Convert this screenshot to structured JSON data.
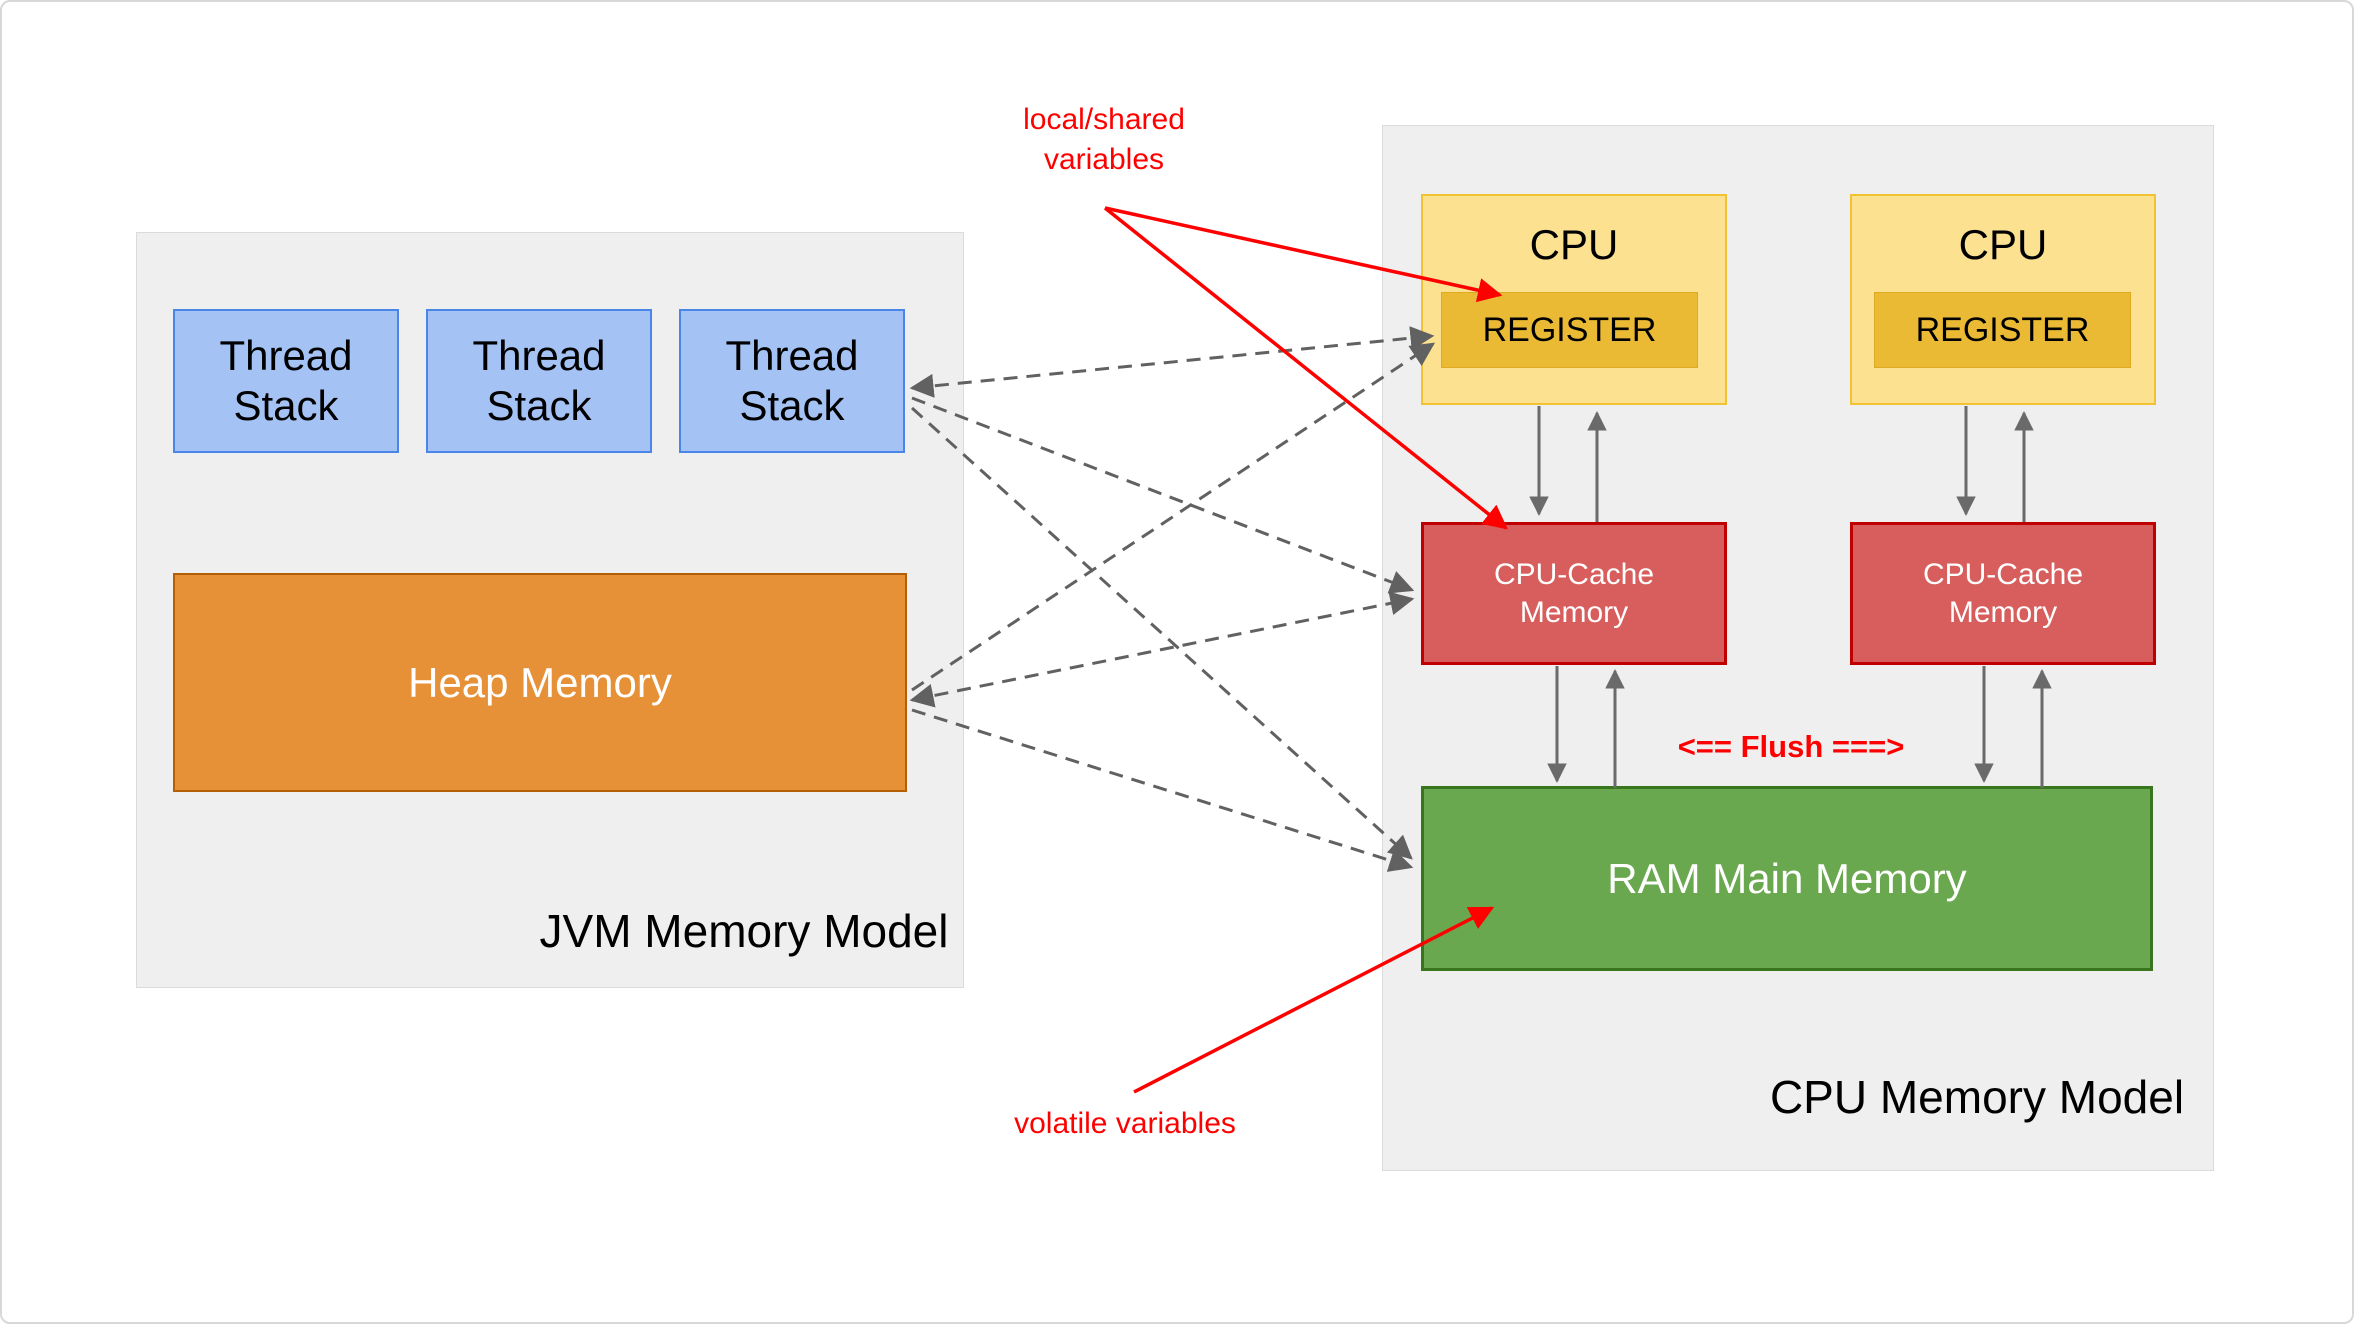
{
  "jvm": {
    "title": "JVM Memory Model",
    "thread_stacks": [
      "Thread\nStack",
      "Thread\nStack",
      "Thread\nStack"
    ],
    "heap_label": "Heap Memory"
  },
  "cpu": {
    "title": "CPU Memory Model",
    "units": [
      {
        "cpu_label": "CPU",
        "register_label": "REGISTER",
        "cache_label": "CPU-Cache\nMemory"
      },
      {
        "cpu_label": "CPU",
        "register_label": "REGISTER",
        "cache_label": "CPU-Cache\nMemory"
      }
    ],
    "ram_label": "RAM Main Memory"
  },
  "annotations": {
    "local_shared": "local/shared\nvariables",
    "volatile": "volatile variables",
    "flush": "<== Flush ===>"
  },
  "colors": {
    "container_fill": "#efefef",
    "container_border": "#dbdbdb",
    "thread_fill": "#a4c2f4",
    "thread_border": "#4a86e8",
    "heap_fill": "#e69138",
    "heap_border": "#b45f06",
    "cpu_fill": "#fce190",
    "cpu_border": "#f1c232",
    "register_fill": "#eaba35",
    "register_border": "#dfa922",
    "cache_fill": "#d75e5c",
    "cache_border": "#c00000",
    "ram_fill": "#6aa84f",
    "ram_border": "#38761d",
    "arrow_gray": "#6a6a6a",
    "dash_gray": "#616161",
    "red": "#ff0000",
    "text_black": "#000000"
  }
}
